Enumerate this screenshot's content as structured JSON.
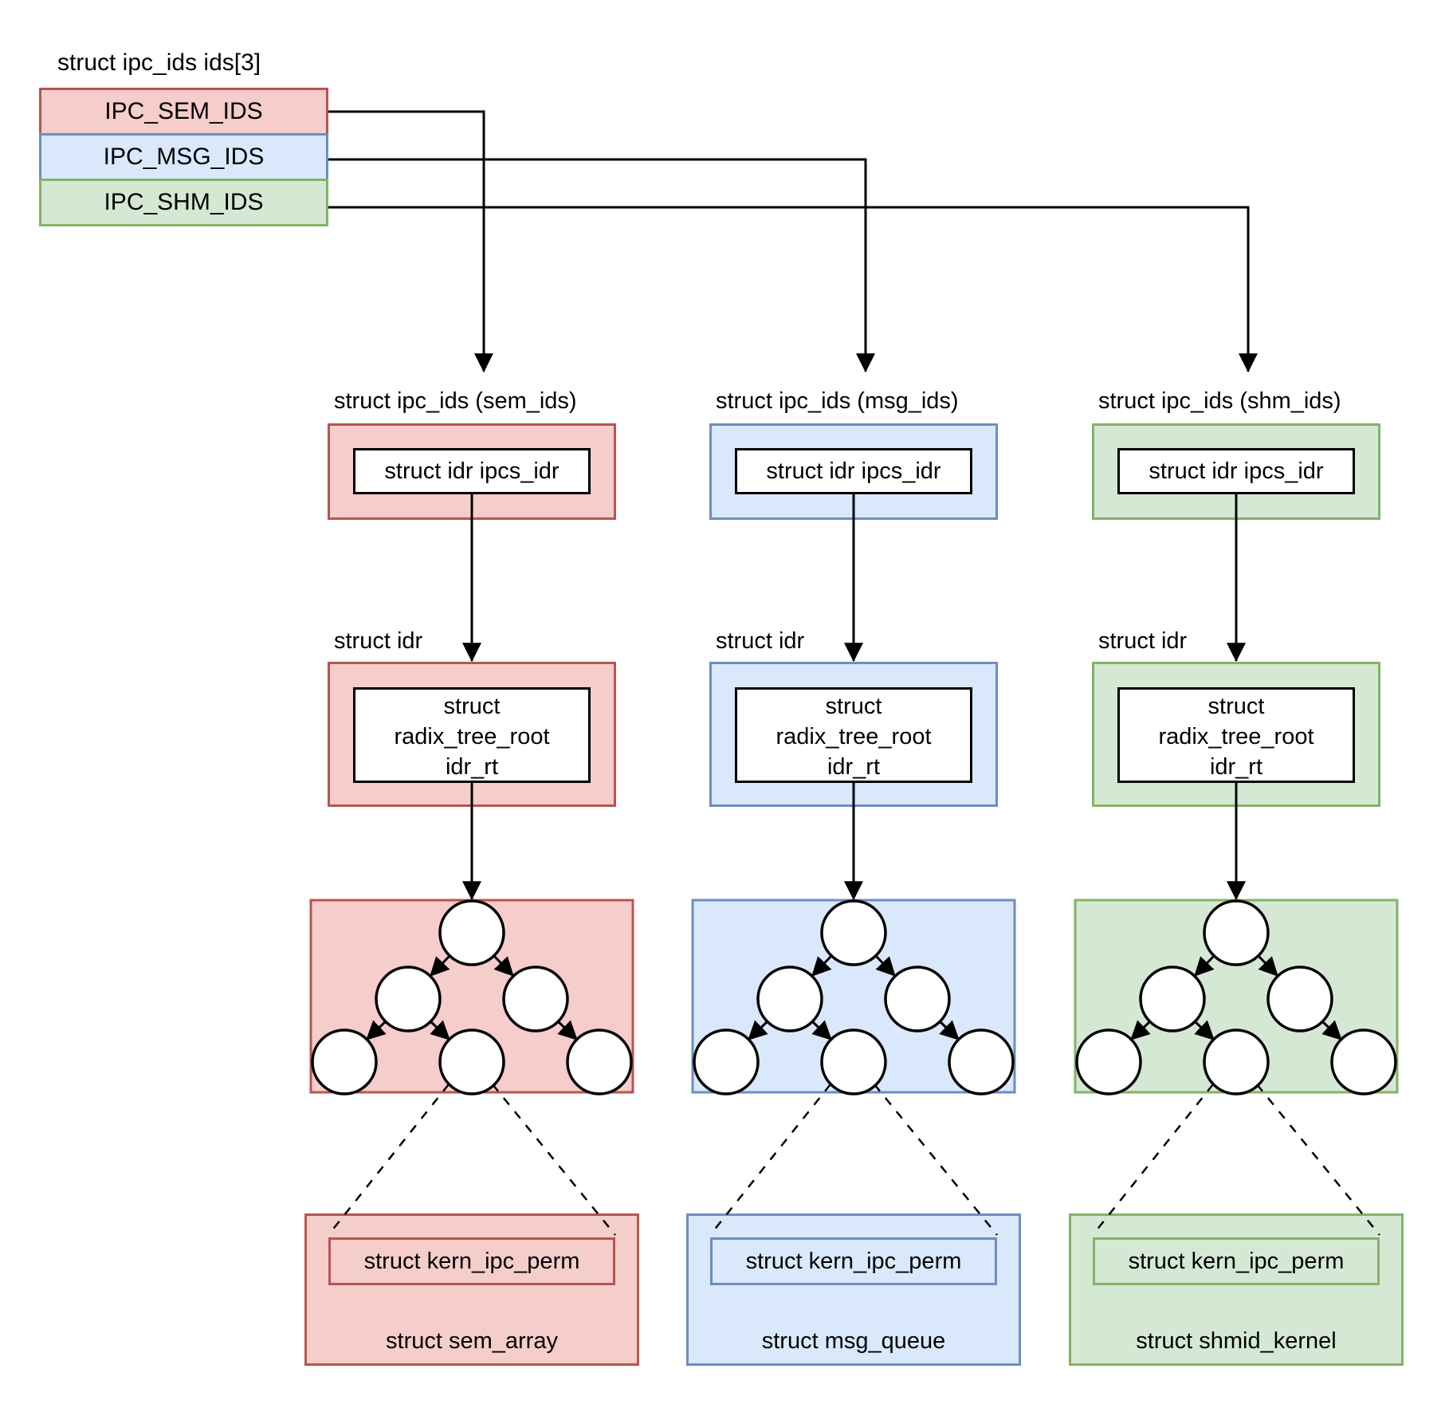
{
  "ink": "#000000",
  "header": {
    "array_label": "struct ipc_ids ids[3]",
    "rows": [
      {
        "label": "IPC_SEM_IDS",
        "fill": "#f5cdca",
        "stroke": "#b85450"
      },
      {
        "label": "IPC_MSG_IDS",
        "fill": "#dae8fc",
        "stroke": "#6c8ebf"
      },
      {
        "label": "IPC_SHM_IDS",
        "fill": "#d5e8d4",
        "stroke": "#82b366"
      }
    ]
  },
  "columns": [
    {
      "id": "sem",
      "title": "struct ipc_ids (sem_ids)",
      "ipcs_idr_label": "struct idr ipcs_idr",
      "idr_label": "struct idr",
      "radix_lines": [
        "struct",
        "radix_tree_root",
        "idr_rt"
      ],
      "kern_label": "struct kern_ipc_perm",
      "payload_label": "struct sem_array",
      "fill": "#f5cdca",
      "stroke": "#b85450"
    },
    {
      "id": "msg",
      "title": "struct ipc_ids (msg_ids)",
      "ipcs_idr_label": "struct idr ipcs_idr",
      "idr_label": "struct idr",
      "radix_lines": [
        "struct",
        "radix_tree_root",
        "idr_rt"
      ],
      "kern_label": "struct kern_ipc_perm",
      "payload_label": "struct msg_queue",
      "fill": "#dae8fc",
      "stroke": "#6c8ebf"
    },
    {
      "id": "shm",
      "title": "struct ipc_ids (shm_ids)",
      "ipcs_idr_label": "struct idr ipcs_idr",
      "idr_label": "struct idr",
      "radix_lines": [
        "struct",
        "radix_tree_root",
        "idr_rt"
      ],
      "kern_label": "struct kern_ipc_perm",
      "payload_label": "struct shmid_kernel",
      "fill": "#d5e8d4",
      "stroke": "#82b366"
    }
  ]
}
